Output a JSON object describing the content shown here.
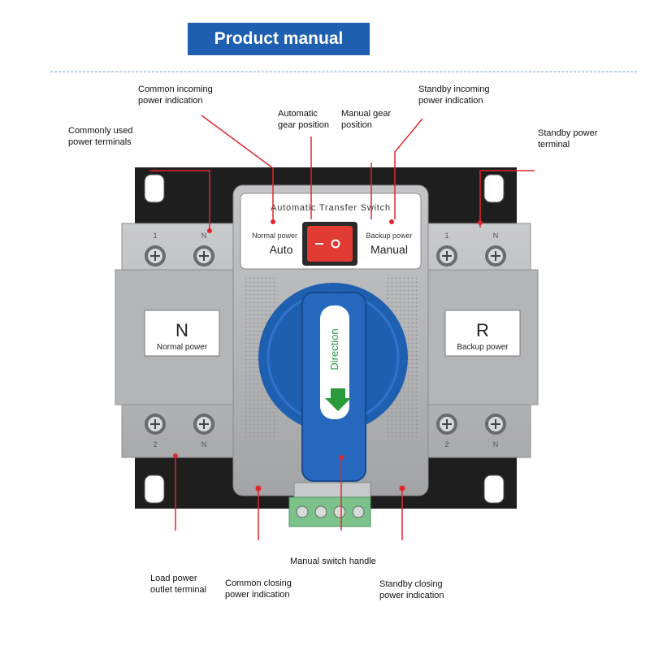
{
  "title": "Product manual",
  "colors": {
    "banner": "#1f5fb0",
    "callout": "#e0262b",
    "handle": "#1f5fb0",
    "housing": "#b8b9bb",
    "rail": "#1e1e1e",
    "terminal_block": "#7cc38b"
  },
  "device": {
    "header": "Automatic Transfer Switch",
    "left_indicator": "Normal power",
    "right_indicator": "Backup power",
    "mode_auto": "Auto",
    "mode_manual": "Manual",
    "handle_text": "Direction",
    "left_module": {
      "letter": "N",
      "caption": "Normal power"
    },
    "right_module": {
      "letter": "R",
      "caption": "Backup power"
    },
    "terminals": {
      "top_left": [
        "1",
        "N"
      ],
      "top_right": [
        "1",
        "N"
      ],
      "bottom_left": [
        "2",
        "N"
      ],
      "bottom_right": [
        "2",
        "N"
      ]
    },
    "icons": {
      "rocker": "rocker-switch-icon",
      "arrow": "down-arrow-icon",
      "screw": "screw-icon"
    }
  },
  "labels": {
    "common_incoming": "Common incoming\npower indication",
    "standby_incoming": "Standby incoming\npower indication",
    "automatic_gear": "Automatic\ngear position",
    "manual_gear": "Manual gear\nposition",
    "commonly_used_terminals": "Commonly used\npower terminals",
    "standby_terminal": "Standby power\nterminal",
    "manual_handle": "Manual switch handle",
    "load_outlet": "Load power\noutlet terminal",
    "common_closing": "Common closing\npower indication",
    "standby_closing": "Standby closing\npower indication"
  }
}
